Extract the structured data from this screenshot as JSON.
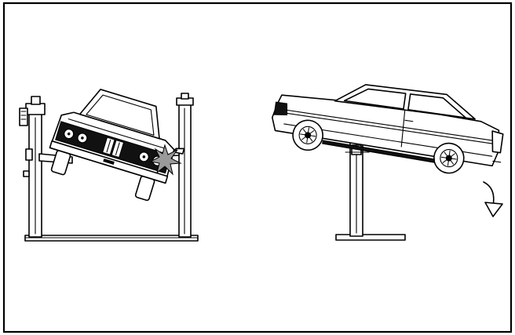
{
  "figure": {
    "background": "#ffffff",
    "line_color": "#000000",
    "impact_color": "#bfbfbf",
    "panels": [
      {
        "id": "two-post-lift-side-tilt",
        "depicts": [
          "two-post-lift",
          "car-front-view-tilted",
          "impact-star-icon"
        ]
      },
      {
        "id": "single-post-lift-front-drop",
        "depicts": [
          "single-post-lift",
          "car-side-view-tilted",
          "curved-down-arrow-icon"
        ]
      }
    ]
  }
}
